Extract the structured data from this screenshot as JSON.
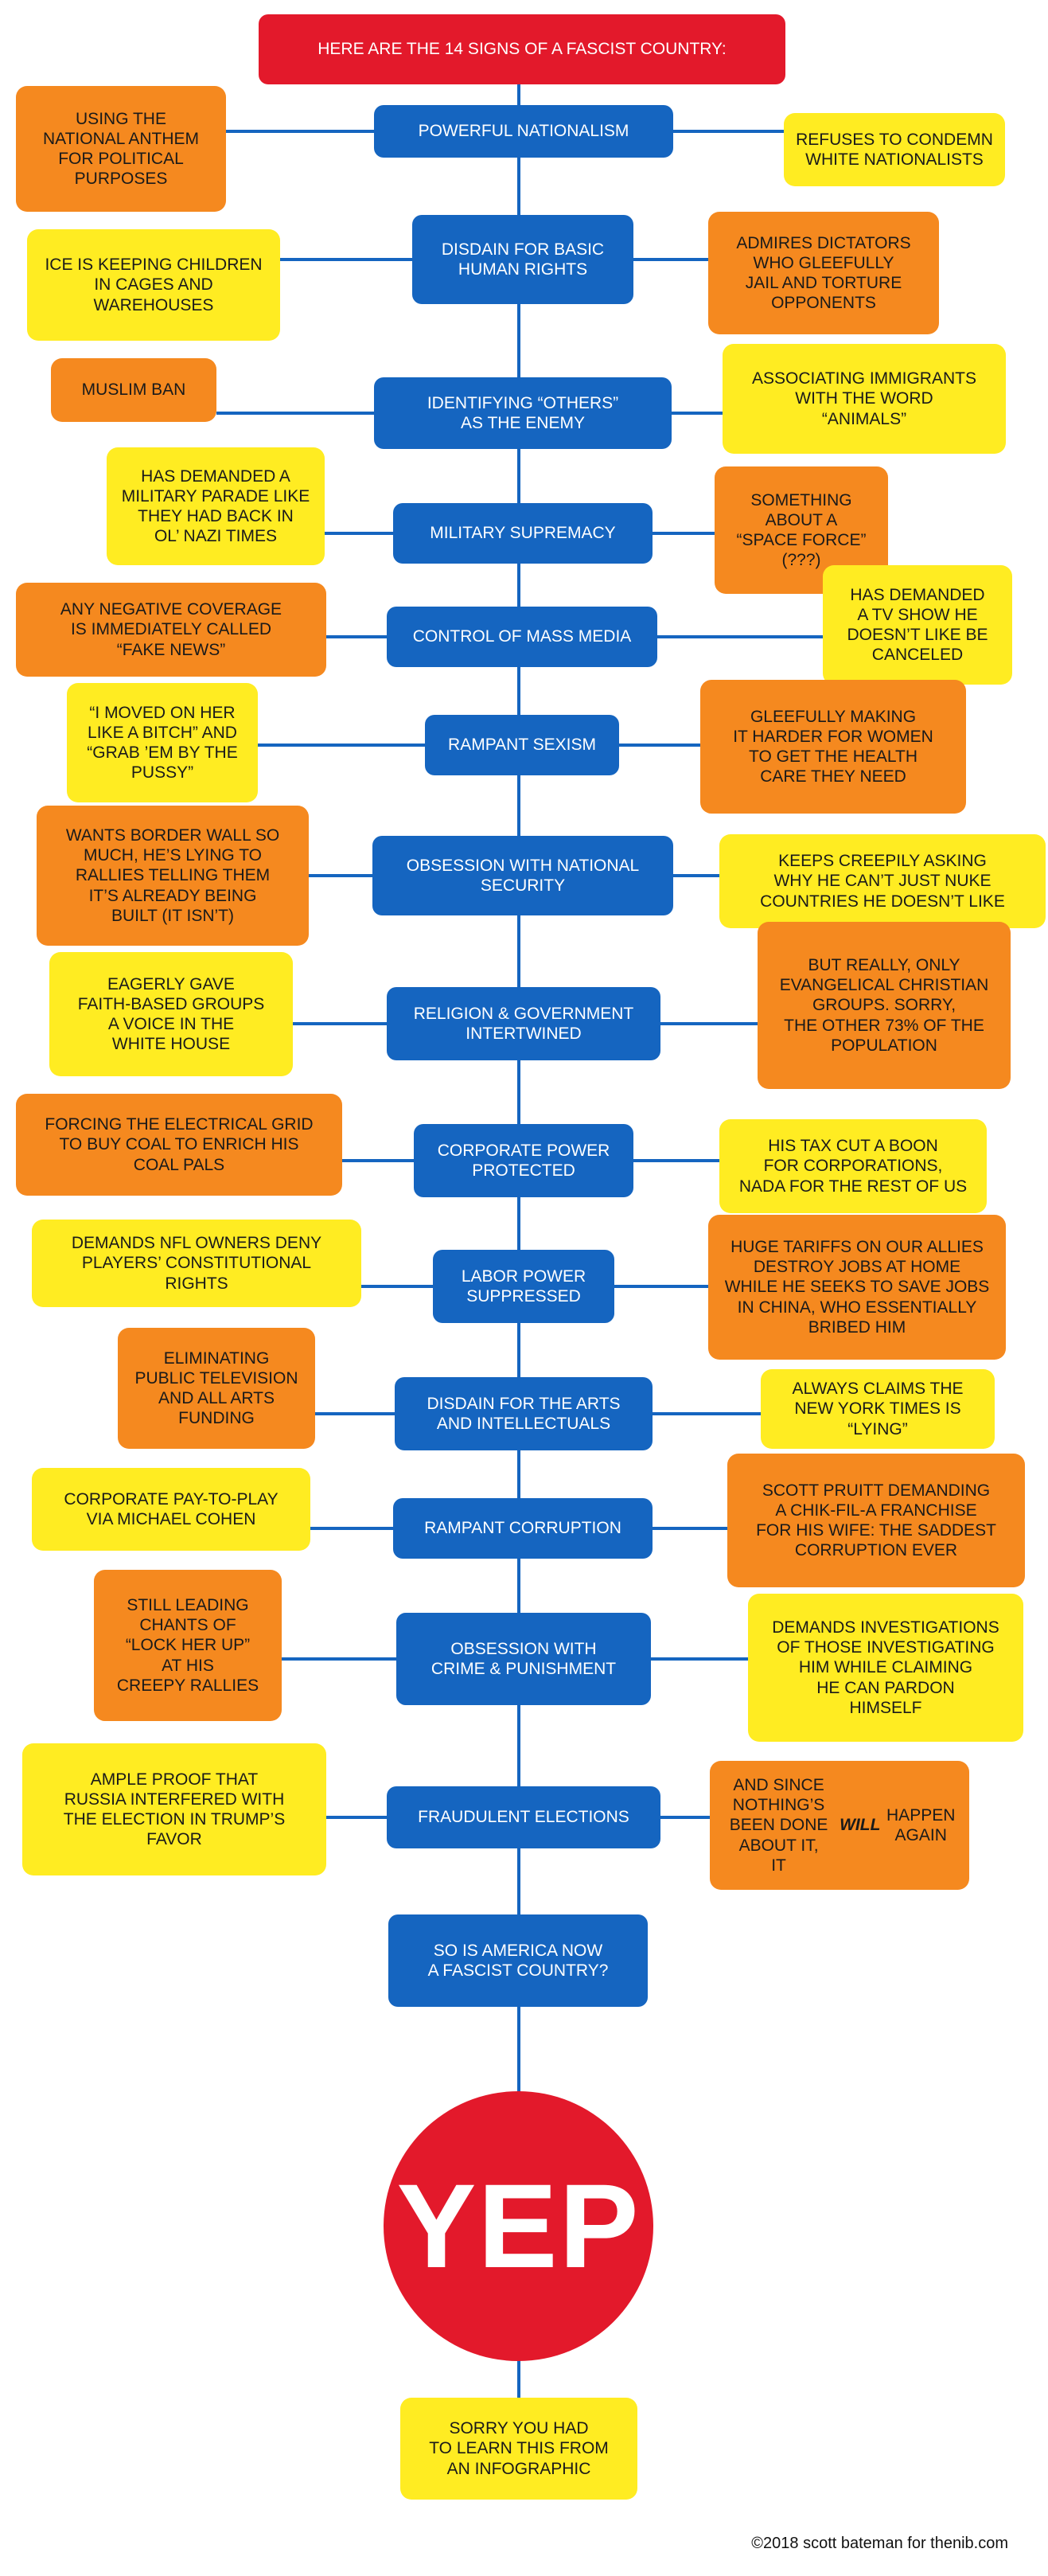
{
  "title": "HERE ARE THE 14 SIGNS OF A FASCIST COUNTRY:",
  "colors": {
    "blue": "#1565c0",
    "orange": "#f5891f",
    "yellow": "#ffec22",
    "red": "#e3192b",
    "line": "#1565c0"
  },
  "signs": [
    {
      "name": "POWERFUL NATIONALISM",
      "left": {
        "text": "USING THE\nNATIONAL ANTHEM\nFOR POLITICAL\nPURPOSES",
        "color": "orange"
      },
      "right": {
        "text": "REFUSES TO CONDEMN\nWHITE NATIONALISTS",
        "color": "yellow"
      }
    },
    {
      "name": "DISDAIN FOR BASIC\nHUMAN RIGHTS",
      "left": {
        "text": "ICE IS KEEPING CHILDREN\nIN CAGES AND\nWAREHOUSES",
        "color": "yellow"
      },
      "right": {
        "text": "ADMIRES DICTATORS\nWHO GLEEFULLY\nJAIL AND TORTURE\nOPPONENTS",
        "color": "orange"
      }
    },
    {
      "name": "IDENTIFYING “OTHERS”\nAS THE ENEMY",
      "left": {
        "text": "MUSLIM BAN",
        "color": "orange"
      },
      "right": {
        "text": "ASSOCIATING IMMIGRANTS\nWITH THE WORD\n“ANIMALS”",
        "color": "yellow"
      }
    },
    {
      "name": "MILITARY SUPREMACY",
      "left": {
        "text": "HAS DEMANDED A\nMILITARY PARADE LIKE\nTHEY HAD BACK IN\nOL’ NAZI TIMES",
        "color": "yellow"
      },
      "right": {
        "text": "SOMETHING\nABOUT A\n“SPACE FORCE”\n(???)",
        "color": "orange"
      }
    },
    {
      "name": "CONTROL OF MASS MEDIA",
      "left": {
        "text": "ANY NEGATIVE COVERAGE\nIS IMMEDIATELY CALLED\n“FAKE NEWS”",
        "color": "orange"
      },
      "right": {
        "text": "HAS DEMANDED\nA TV SHOW HE\nDOESN’T LIKE BE\nCANCELED",
        "color": "yellow"
      }
    },
    {
      "name": "RAMPANT SEXISM",
      "left": {
        "text": "“I MOVED ON HER\nLIKE A BITCH” AND\n“GRAB ’EM BY THE\nPUSSY”",
        "color": "yellow"
      },
      "right": {
        "text": "GLEEFULLY MAKING\nIT HARDER FOR WOMEN\nTO GET THE HEALTH\nCARE THEY NEED",
        "color": "orange"
      }
    },
    {
      "name": "OBSESSION WITH NATIONAL\nSECURITY",
      "left": {
        "text": "WANTS BORDER WALL SO\nMUCH, HE’S LYING TO\nRALLIES TELLING THEM\nIT’S ALREADY BEING\nBUILT (IT ISN’T)",
        "color": "orange"
      },
      "right": {
        "text": "KEEPS CREEPILY ASKING\nWHY HE CAN’T JUST NUKE\nCOUNTRIES HE DOESN’T LIKE",
        "color": "yellow"
      }
    },
    {
      "name": "RELIGION & GOVERNMENT\nINTERTWINED",
      "left": {
        "text": "EAGERLY GAVE\nFAITH-BASED GROUPS\nA VOICE IN THE\nWHITE HOUSE",
        "color": "yellow"
      },
      "right": {
        "text": "BUT REALLY, ONLY\nEVANGELICAL CHRISTIAN\nGROUPS. SORRY,\nTHE OTHER 73% OF THE\nPOPULATION",
        "color": "orange"
      }
    },
    {
      "name": "CORPORATE POWER\nPROTECTED",
      "left": {
        "text": "FORCING THE ELECTRICAL GRID\nTO BUY COAL TO ENRICH HIS\nCOAL PALS",
        "color": "orange"
      },
      "right": {
        "text": "HIS TAX CUT A BOON\nFOR CORPORATIONS,\nNADA FOR THE REST OF US",
        "color": "yellow"
      }
    },
    {
      "name": "LABOR POWER\nSUPPRESSED",
      "left": {
        "text": "DEMANDS NFL OWNERS DENY\nPLAYERS’ CONSTITUTIONAL\nRIGHTS",
        "color": "yellow"
      },
      "right": {
        "text": "HUGE TARIFFS ON OUR ALLIES\nDESTROY JOBS AT HOME\nWHILE HE SEEKS TO SAVE JOBS\nIN CHINA, WHO ESSENTIALLY\nBRIBED HIM",
        "color": "orange"
      }
    },
    {
      "name": "DISDAIN FOR THE ARTS\nAND INTELLECTUALS",
      "left": {
        "text": "ELIMINATING\nPUBLIC TELEVISION\nAND ALL ARTS\nFUNDING",
        "color": "orange"
      },
      "right": {
        "text": "ALWAYS CLAIMS THE\nNEW YORK TIMES IS\n“LYING”",
        "color": "yellow"
      }
    },
    {
      "name": "RAMPANT CORRUPTION",
      "left": {
        "text": "CORPORATE PAY-TO-PLAY\nVIA MICHAEL COHEN",
        "color": "yellow"
      },
      "right": {
        "text": "SCOTT PRUITT DEMANDING\nA CHIK-FIL-A FRANCHISE\nFOR HIS WIFE: THE SADDEST\nCORRUPTION EVER",
        "color": "orange"
      }
    },
    {
      "name": "OBSESSION WITH\nCRIME & PUNISHMENT",
      "left": {
        "text": "STILL LEADING\nCHANTS OF\n“LOCK HER UP”\nAT HIS\nCREEPY RALLIES",
        "color": "orange"
      },
      "right": {
        "text": "DEMANDS INVESTIGATIONS\nOF THOSE INVESTIGATING\nHIM WHILE CLAIMING\nHE CAN PARDON\nHIMSELF",
        "color": "yellow"
      }
    },
    {
      "name": "FRAUDULENT ELECTIONS",
      "left": {
        "text": "AMPLE PROOF THAT\nRUSSIA INTERFERED WITH\nTHE ELECTION IN TRUMP’S\nFAVOR",
        "color": "yellow"
      },
      "right": {
        "text": "AND SINCE NOTHING’S\nBEEN DONE ABOUT IT,\nIT WILL HAPPEN AGAIN",
        "color": "orange",
        "emphasis": "WILL"
      }
    }
  ],
  "question": "SO IS AMERICA NOW\nA FASCIST COUNTRY?",
  "answer": "YEP",
  "apology": "SORRY YOU HAD\nTO LEARN THIS FROM\nAN INFOGRAPHIC",
  "credit": "©2018 scott bateman for thenib.com"
}
